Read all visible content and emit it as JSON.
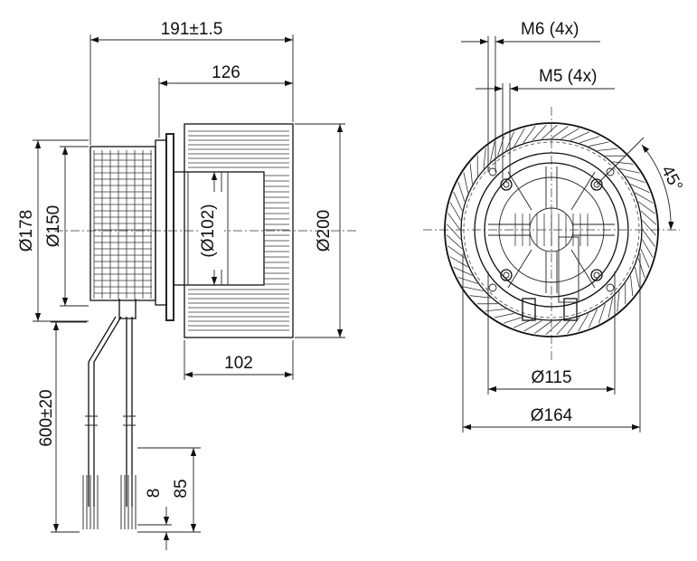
{
  "side_view": {
    "dim_overall_length": "191±1.5",
    "dim_motor_length": "126",
    "dim_impeller_width": "102",
    "dim_flange_dia": "Ø178",
    "dim_motor_dia": "Ø150",
    "dim_hub_dia": "(Ø102)",
    "dim_impeller_dia": "Ø200",
    "dim_cable_length": "600±20",
    "dim_strip_short": "8",
    "dim_strip_long": "85"
  },
  "front_view": {
    "thread_m6": "M6 (4x)",
    "thread_m5": "M5 (4x)",
    "angle": "45°",
    "dim_bolt_circle_inner": "Ø115",
    "dim_bolt_circle_outer": "Ø164"
  }
}
